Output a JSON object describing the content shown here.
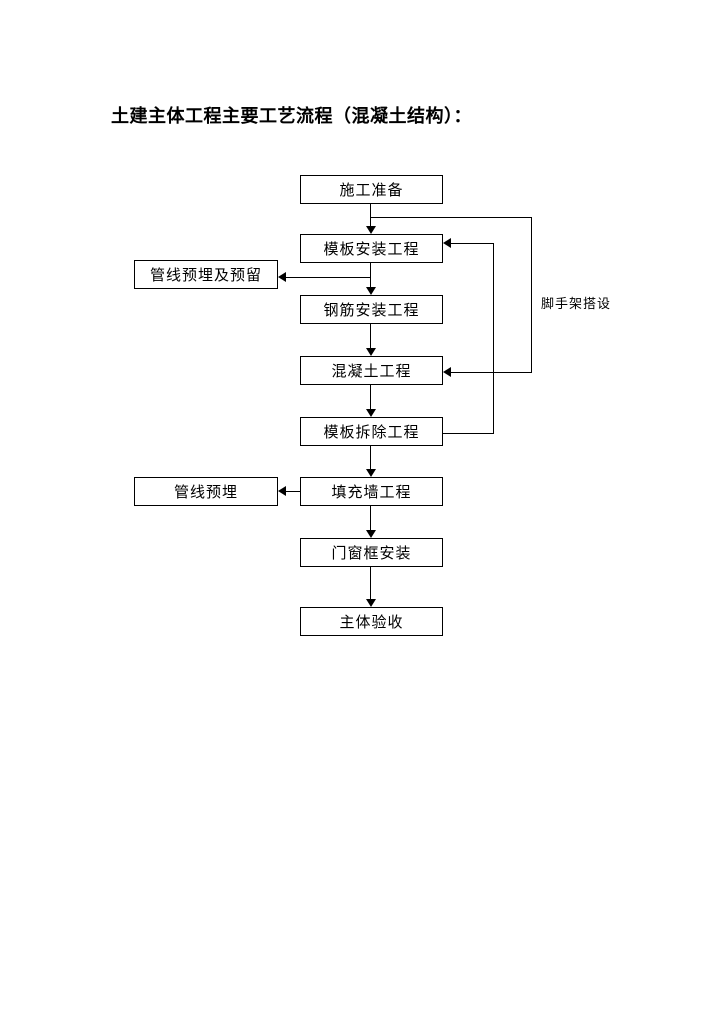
{
  "document": {
    "title": "土建主体工程主要工艺流程（混凝土结构）："
  },
  "flowchart": {
    "main_nodes": [
      {
        "id": "construction-prep",
        "label": "施工准备"
      },
      {
        "id": "formwork-install",
        "label": "模板安装工程"
      },
      {
        "id": "rebar-install",
        "label": "钢筋安装工程"
      },
      {
        "id": "concrete-work",
        "label": "混凝土工程"
      },
      {
        "id": "formwork-removal",
        "label": "模板拆除工程"
      },
      {
        "id": "infill-wall",
        "label": "填充墙工程"
      },
      {
        "id": "door-window-frame",
        "label": "门窗框安装"
      },
      {
        "id": "main-acceptance",
        "label": "主体验收"
      }
    ],
    "side_nodes": [
      {
        "id": "pipeline-embed-reserve",
        "label": "管线预埋及预留"
      },
      {
        "id": "pipeline-embed",
        "label": "管线预埋"
      }
    ],
    "annotations": [
      {
        "id": "scaffolding",
        "label": "脚手架搭设"
      }
    ],
    "colors": {
      "background": "#ffffff",
      "line": "#000000",
      "box_border": "#000000",
      "text": "#000000"
    }
  }
}
